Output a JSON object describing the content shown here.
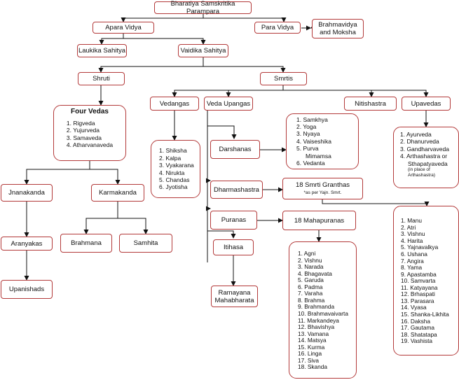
{
  "root": "Bharatiya Samskritika Parampara",
  "apara_vidya": "Apara Vidya",
  "para_vidya": "Para Vidya",
  "brahmavidya": "Brahmavidya and Moksha",
  "laukika": "Laukika Sahitya",
  "vaidika": "Vaidika Sahitya",
  "shruti": "Shruti",
  "smrtis": "Smrtis",
  "four_vedas": {
    "title": "Four Vedas",
    "items": [
      "1. Rigveda",
      "2. Yujurveda",
      "3. Samaveda",
      "4. Atharvanaveda"
    ]
  },
  "jnanakanda": "Jnanakanda",
  "karmakanda": "Karmakanda",
  "aranyakas": "Aranyakas",
  "upanishads": "Upanishads",
  "brahmana": "Brahmana",
  "samhita": "Samhita",
  "vedangas": {
    "label": "Vedangas",
    "items": [
      "1. Shiksha",
      "2. Kalpa",
      "3. Vyakarana",
      "4. Nirukta",
      "5. Chandas",
      "6. Jyotisha"
    ]
  },
  "veda_upangas": "Veda Upangas",
  "nitishastra": "Nitishastra",
  "upavedas": {
    "label": "Upavedas",
    "items": [
      "1. Ayurveda",
      "2. Dhanurveda",
      "3. Gandharvaveda",
      "4. Arthashastra or",
      "Sthapatyaveda"
    ],
    "note": "(in place of Arthashastra)"
  },
  "darshanas": {
    "label": "Darshanas",
    "items": [
      "1. Samkhya",
      "2. Yoga",
      "3. Nyaya",
      "4. Vaiseshika",
      "5. Purva",
      "Mimamsa",
      "6. Vedanta"
    ]
  },
  "dharmashastra": "Dharmashastra",
  "smrti_granthas": {
    "label": "18 Smrti Granthas",
    "note": "*as per Yajn. Smrt."
  },
  "smrti_list": [
    "1. Manu",
    "2. Atri",
    "3. Vishnu",
    "4. Harita",
    "5. Yajnavalkya",
    "6. Ushana",
    "7. Angira",
    "8. Yama",
    "9. Apastamba",
    "10. Samvarta",
    "11. Katyayana",
    "12. Brhaspati",
    "13. Parasara",
    "14. Vyasa",
    "15. Shanka-Likhita",
    "16. Daksha",
    "17. Gautama",
    "18. Shatatapa",
    "19. Vashista"
  ],
  "puranas": "Puranas",
  "mahapuranas": {
    "label": "18 Mahapuranas",
    "items": [
      "1. Agni",
      "2. Vishnu",
      "3. Narada",
      "4. Bhagavata",
      "5. Garuda",
      "6. Padma",
      "7. Varaha",
      "8. Brahma",
      "9. Brahmanda",
      "10. Brahmavaivarta",
      "11. Markandeya",
      "12. Bhavishya",
      "13. Vamana",
      "14. Matsya",
      "15. Kurma",
      "16. Linga",
      "17. Siva",
      "18. Skanda"
    ]
  },
  "itihasa": "Itihasa",
  "itihasa_works": [
    "Ramayana",
    "Mahabharata"
  ]
}
